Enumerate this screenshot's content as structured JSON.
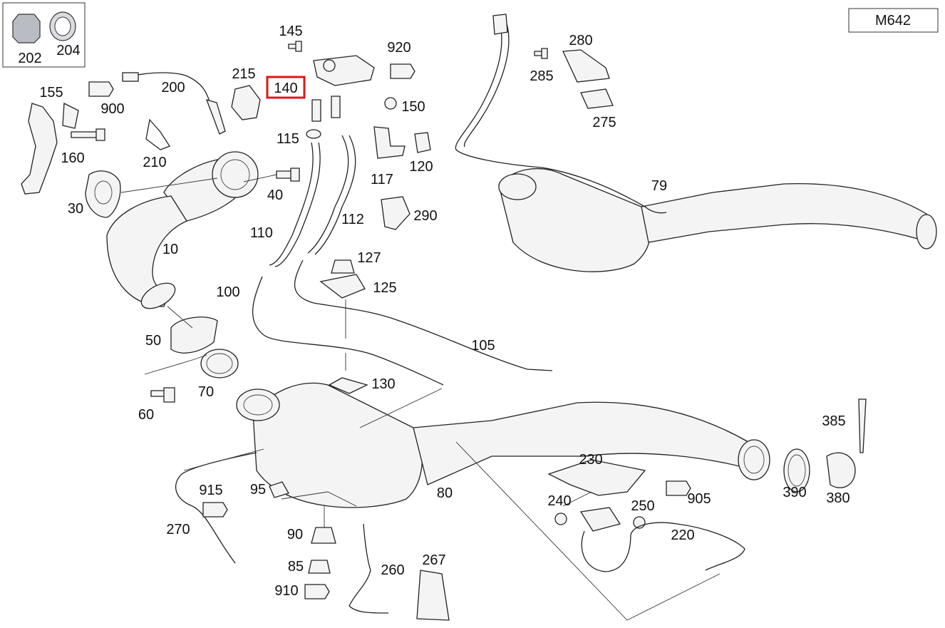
{
  "engine_code": "M642",
  "callouts": {
    "c202": "202",
    "c204": "204",
    "c145": "145",
    "c920": "920",
    "c215": "215",
    "c140": "140",
    "c150": "150",
    "c155": "155",
    "c200": "200",
    "c900": "900",
    "c160": "160",
    "c210": "210",
    "c115": "115",
    "c117": "117",
    "c120": "120",
    "c280": "280",
    "c285": "285",
    "c275": "275",
    "c79": "79",
    "c30": "30",
    "c40": "40",
    "c10": "10",
    "c110": "110",
    "c112": "112",
    "c290": "290",
    "c127": "127",
    "c125": "125",
    "c100": "100",
    "c105": "105",
    "c50": "50",
    "c70": "70",
    "c130": "130",
    "c60": "60",
    "c385": "385",
    "c230": "230",
    "c95": "95",
    "c80": "80",
    "c915": "915",
    "c905": "905",
    "c240": "240",
    "c250": "250",
    "c390": "390",
    "c380": "380",
    "c270": "270",
    "c220": "220",
    "c90": "90",
    "c85": "85",
    "c260": "260",
    "c267": "267",
    "c910": "910"
  },
  "highlight": {
    "part": "140",
    "color": "#e0161b"
  }
}
